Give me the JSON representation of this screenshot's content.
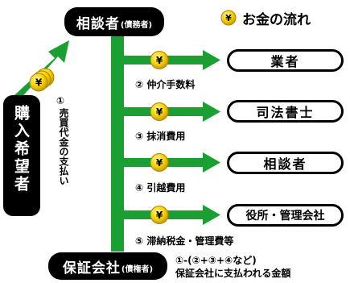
{
  "legend": {
    "label": "お金の流れ"
  },
  "nodes": {
    "consultant_top": {
      "main": "相談者",
      "sub": "(債務者)"
    },
    "buyer": {
      "label": "購入希望者"
    },
    "guarantor": {
      "main": "保証会社",
      "sub": "(債権者)"
    }
  },
  "boxes": [
    "業者",
    "司法書士",
    "相談者",
    "役所・管理会社"
  ],
  "labels": {
    "purchase": "売買代金の支払い",
    "purchase_num": "①",
    "fee2": "② 仲介手数料",
    "fee3": "③ 抹消費用",
    "fee4": "④ 引越費用",
    "fee5": "⑤ 滞納税金・管理費等",
    "formula_line1": "①-(②+③+④など)",
    "formula_line2": "保証会社に支払われる金額"
  },
  "icons": {
    "coin": "yen-coin-icon"
  },
  "colors": {
    "green": "#1aa032",
    "coin": "#f5d000",
    "black": "#000000"
  }
}
